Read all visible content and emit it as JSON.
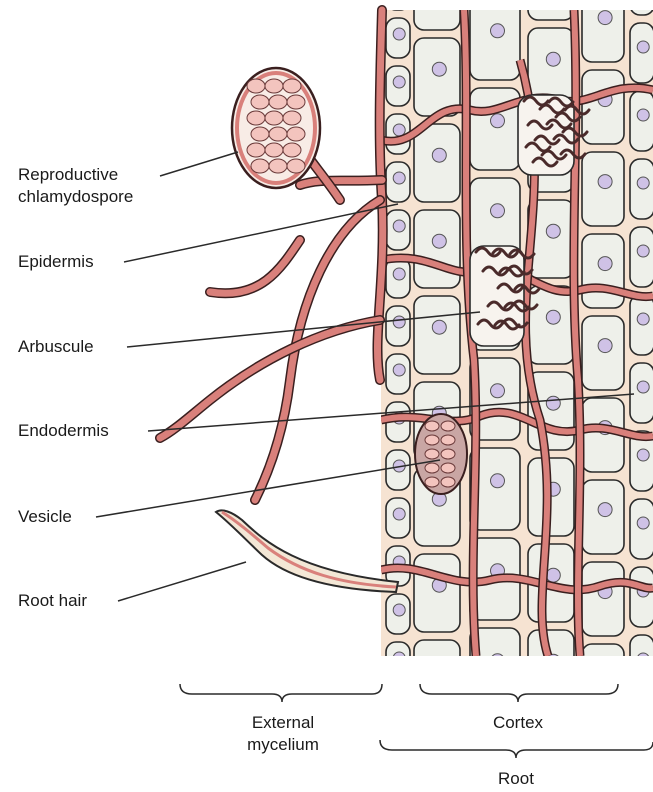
{
  "labels": {
    "chlamydospore": [
      "Reproductive",
      "chlamydospore"
    ],
    "epidermis": "Epidermis",
    "arbuscule": "Arbuscule",
    "endodermis": "Endodermis",
    "vesicle": "Vesicle",
    "root_hair": "Root hair",
    "external_mycelium": [
      "External",
      "mycelium"
    ],
    "cortex": "Cortex",
    "root": "Root"
  },
  "colors": {
    "hyphae": "#d9807b",
    "hyphae_outline": "#3a1f1f",
    "cell_fill": "#eef0ea",
    "cell_outline": "#2a2a2a",
    "nucleus": "#cfc2e6",
    "tissue_bg": "#f6e3d2",
    "spore_fill": "#f3c4be",
    "line": "#2a2a2a"
  }
}
